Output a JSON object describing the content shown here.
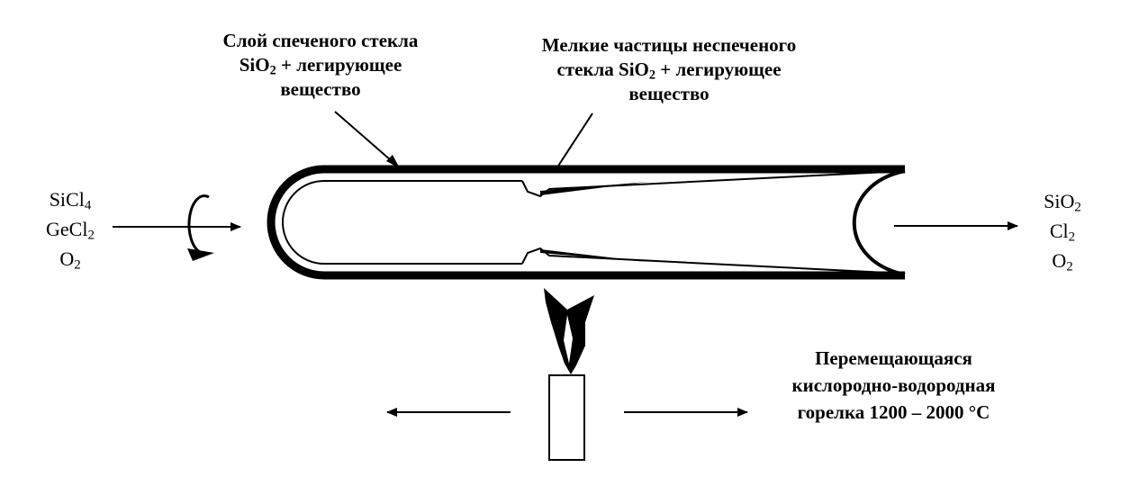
{
  "labels": {
    "sintered_layer": [
      "Слой спеченого стекла",
      "SiO",
      "2",
      " + легирующее",
      "вещество"
    ],
    "fine_particles": [
      "Мелкие частицы неспеченого",
      "стекла SiO",
      "2",
      " + легирующее",
      "вещество"
    ],
    "burner": [
      "Перемещающаяся",
      "кислородно-водородная",
      "горелка 1200 – 2000 °С"
    ]
  },
  "inputs": [
    {
      "base": "SiCl",
      "sub": "4"
    },
    {
      "base": "GeCl",
      "sub": "2"
    },
    {
      "base": "O",
      "sub": "2"
    }
  ],
  "outputs": [
    {
      "base": "SiO",
      "sub": "2"
    },
    {
      "base": "Cl",
      "sub": "2"
    },
    {
      "base": "O",
      "sub": "2"
    }
  ]
}
